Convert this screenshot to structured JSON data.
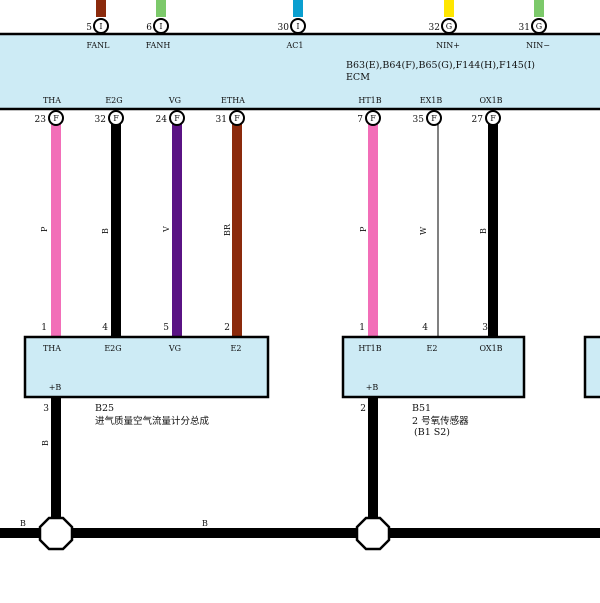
{
  "ecm": {
    "codes": "B63(E),B64(F),B65(G),F144(H),F145(I)",
    "name": "ECM",
    "top_pins": [
      {
        "num": "5",
        "conn": "I",
        "label": "FANL",
        "color": "#8b2a0c"
      },
      {
        "num": "6",
        "conn": "I",
        "label": "FANH",
        "color": "#7cc96a"
      },
      {
        "num": "30",
        "conn": "I",
        "label": "AC1",
        "color": "#0a9fd0"
      },
      {
        "num": "32",
        "conn": "G",
        "label": "NIN+",
        "color": "#ffe600"
      },
      {
        "num": "31",
        "conn": "G",
        "label": "NIN−",
        "color": "#7cc96a"
      }
    ],
    "bottom_pins": [
      {
        "num": "23",
        "conn": "F",
        "label": "THA"
      },
      {
        "num": "32",
        "conn": "F",
        "label": "E2G"
      },
      {
        "num": "24",
        "conn": "F",
        "label": "VG"
      },
      {
        "num": "31",
        "conn": "F",
        "label": "ETHA"
      },
      {
        "num": "7",
        "conn": "F",
        "label": "HT1B"
      },
      {
        "num": "35",
        "conn": "F",
        "label": "EX1B"
      },
      {
        "num": "27",
        "conn": "F",
        "label": "OX1B"
      }
    ]
  },
  "wires": [
    {
      "code": "P",
      "color": "#f26eb8"
    },
    {
      "code": "B",
      "color": "#000000"
    },
    {
      "code": "V",
      "color": "#5a1384"
    },
    {
      "code": "BR",
      "color": "#8b2a0c"
    },
    {
      "code": "P",
      "color": "#f26eb8"
    },
    {
      "code": "W",
      "color": "#ffffff"
    },
    {
      "code": "B",
      "color": "#000000"
    }
  ],
  "maf": {
    "pins": [
      {
        "num": "1",
        "label": "THA"
      },
      {
        "num": "4",
        "label": "E2G"
      },
      {
        "num": "5",
        "label": "VG"
      },
      {
        "num": "2",
        "label": "E2"
      }
    ],
    "power_label": "+B",
    "power_pin": "3",
    "power_wire": "B",
    "id": "B25",
    "name": "进气质量空气流量计分总成"
  },
  "o2": {
    "pins": [
      {
        "num": "1",
        "label": "HT1B"
      },
      {
        "num": "4",
        "label": "E2"
      },
      {
        "num": "3",
        "label": "OX1B"
      }
    ],
    "power_label": "+B",
    "power_pin": "2",
    "id": "B51",
    "name": "2 号氧传感器",
    "sub": "(B1 S2)"
  },
  "bus": {
    "left_label": "B",
    "mid_label": "B"
  },
  "colors": {
    "box_fill": "#cdebf5",
    "line": "#000000"
  }
}
